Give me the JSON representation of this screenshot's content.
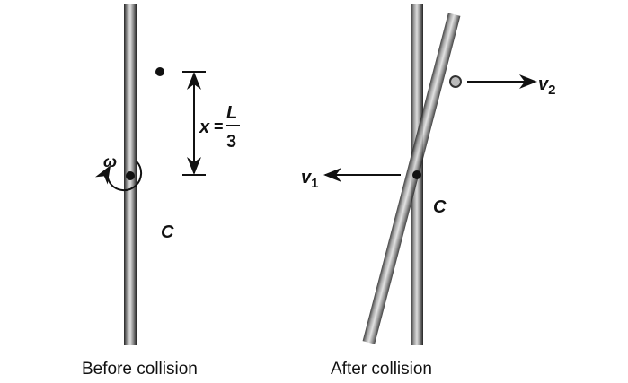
{
  "before": {
    "caption": "Before collision",
    "omega_label": "ω",
    "center_label": "C",
    "distance_var": "x",
    "equals": "=",
    "fraction_numerator": "L",
    "fraction_denominator": "3"
  },
  "after": {
    "caption": "After collision",
    "center_label": "C",
    "v1_symbol": "v",
    "v1_subscript": "1",
    "v2_symbol": "v",
    "v2_subscript": "2"
  }
}
